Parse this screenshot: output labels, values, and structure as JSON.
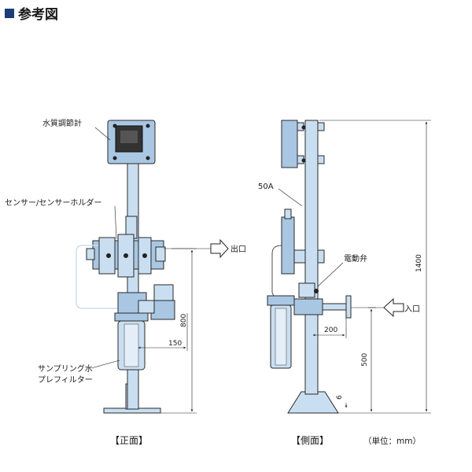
{
  "title": "参考図",
  "front": {
    "caption": "【正面】",
    "labels": {
      "controller": "水質調節計",
      "sensor": "センサー/センサーホルダー",
      "filter_line1": "サンプリング水",
      "filter_line2": "プレフィルター",
      "outlet": "出口"
    },
    "dims": {
      "height": "800",
      "offset": "150"
    }
  },
  "side": {
    "caption": "【側面】",
    "labels": {
      "pipe": "50A",
      "valve": "電動弁",
      "inlet": "入口"
    },
    "dims": {
      "total": "1400",
      "inlet_height": "500",
      "offset": "200",
      "base": "6"
    }
  },
  "unit": "（単位：mm）",
  "colors": {
    "title_square": "#1d3d78",
    "equipment": "#c9dff1",
    "equipment_dark": "#a9c7e3"
  }
}
